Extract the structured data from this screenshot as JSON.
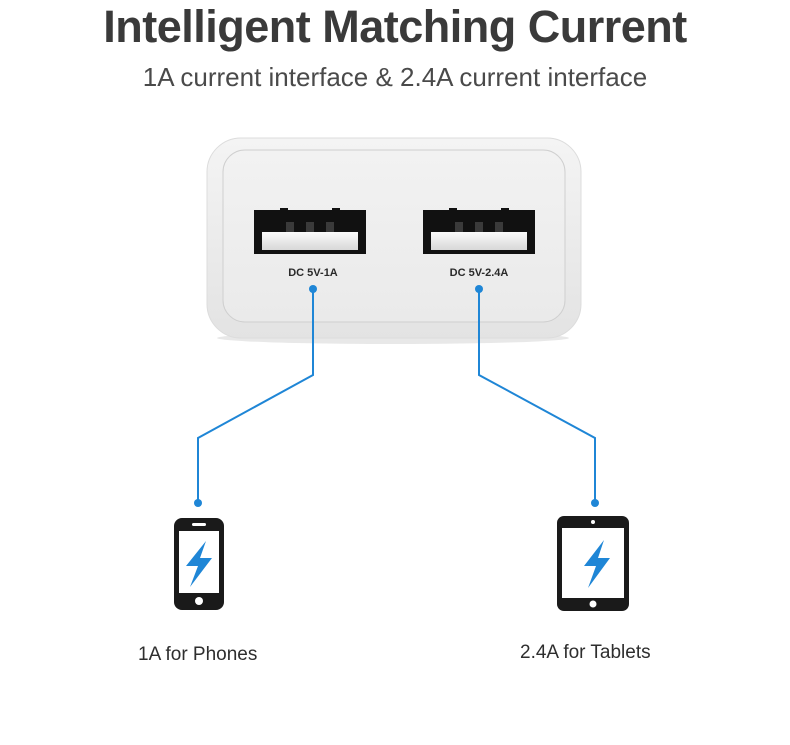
{
  "header": {
    "title": "Intelligent Matching Current",
    "subtitle": "1A current interface & 2.4A current interface"
  },
  "charger": {
    "ports": [
      {
        "label": "DC 5V-1A"
      },
      {
        "label": "DC 5V-2.4A"
      }
    ]
  },
  "devices": [
    {
      "label": "1A for Phones",
      "icon": "smartphone-charging-icon"
    },
    {
      "label": "2.4A for Tablets",
      "icon": "tablet-charging-icon"
    }
  ],
  "colors": {
    "connector_line": "#1f86d6",
    "bolt": "#1f86d6",
    "device_body": "#1a1a1a",
    "title_text": "#3a3a3a"
  }
}
